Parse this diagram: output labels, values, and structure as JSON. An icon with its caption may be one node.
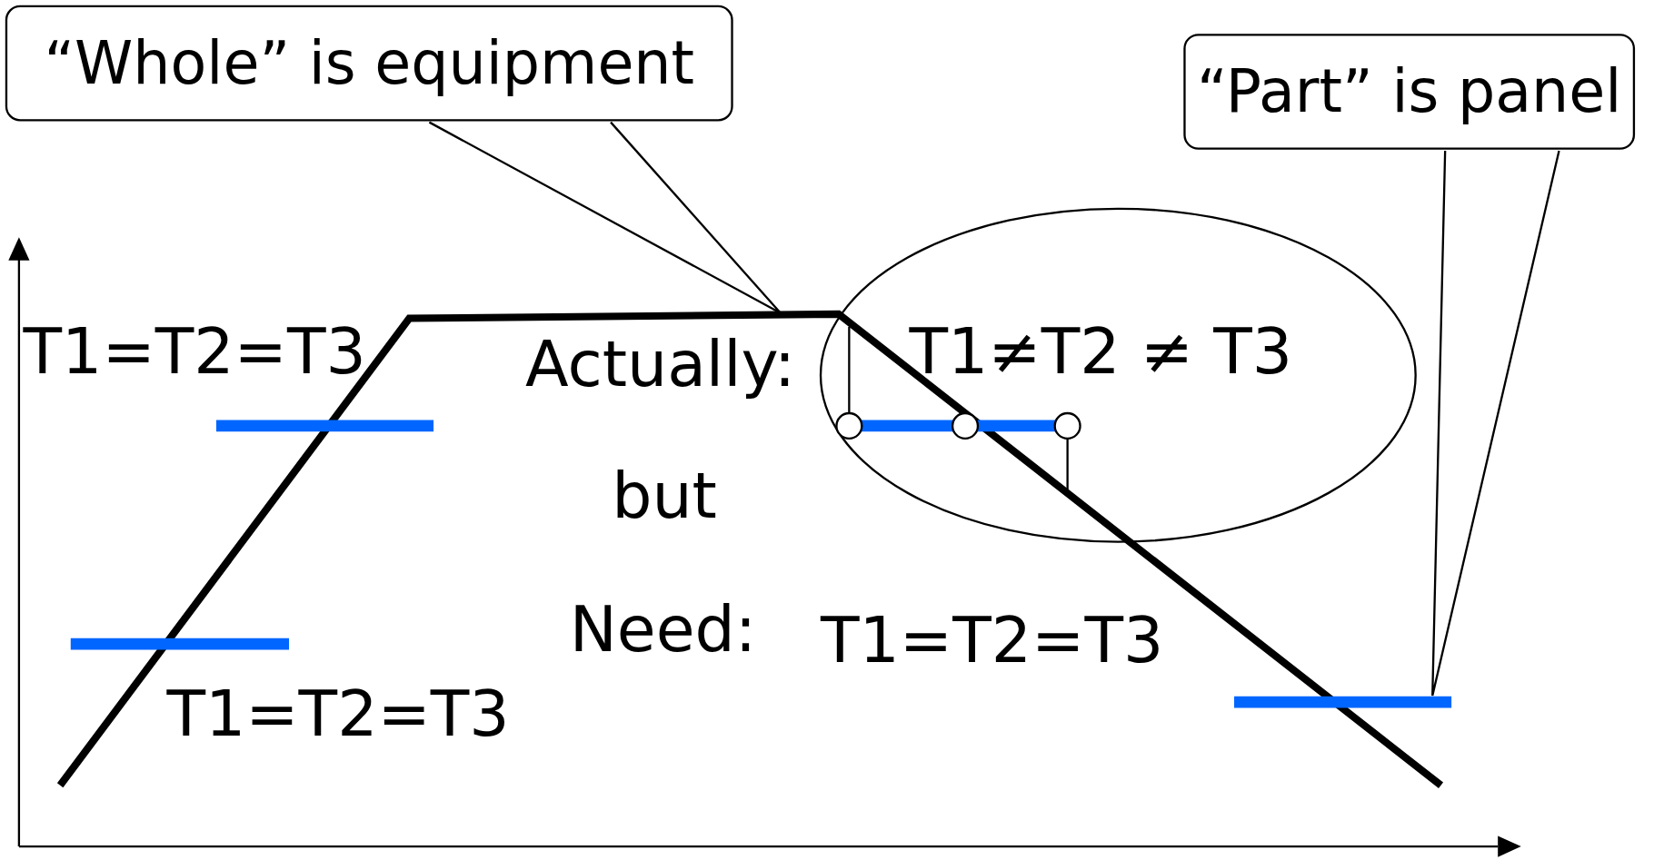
{
  "diagram": {
    "nodes": [
      {
        "text": [
          "“Whole” is equipment"
        ]
      },
      {
        "text": [
          "“Part” is panel"
        ]
      }
    ],
    "edges": [
      {
        "from": 0,
        "to": null,
        "arrow": "none"
      },
      {
        "from": 1,
        "to": null,
        "arrow": "none"
      }
    ],
    "labels": [
      "T1=T2=T3",
      "Actually:",
      "T1≠T2 ≠ T3",
      "but",
      "Need:",
      "T1=T2=T3",
      "T1=T2=T3"
    ]
  }
}
